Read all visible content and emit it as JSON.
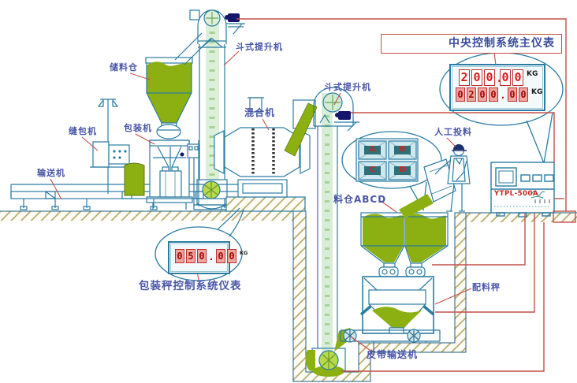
{
  "labels": {
    "storage_silo": "储料仓",
    "bucket_elevator_top": "斗式提升机",
    "bucket_elevator_right": "斗式提升机",
    "mixer": "混合机",
    "bag_sewing_machine": "缝包机",
    "packing_machine": "包装机",
    "conveyor": "输送机",
    "manual_feeding": "人工投料",
    "silo_abcd": "料仓ABCD",
    "batching_scale": "配料秤",
    "belt_conveyor": "皮带输送机",
    "packing_scale_instrument": "包装秤控制系统仪表",
    "central_instrument": "中央控制系统主仪表"
  },
  "displays": {
    "central": {
      "line1_value": "200.00",
      "line1_unit": "KG",
      "line2_value": "0200.00",
      "line2_unit": "KG"
    },
    "packing": {
      "value": "050.00",
      "unit": "KG"
    }
  },
  "silo_window": {
    "letters": [
      "A",
      "B",
      "C",
      "D"
    ]
  },
  "control_box": {
    "model": "YTPL-500A"
  },
  "colors": {
    "line_blue": "#2b7ca3",
    "dark_line": "#1d5e80",
    "wire_red": "#c4504a",
    "digit_red": "#e01818",
    "material_green": "#8cb012",
    "label_blue": "#4a55a8",
    "motor_navy": "#14146a",
    "ground_khaki": "#b3a565"
  }
}
